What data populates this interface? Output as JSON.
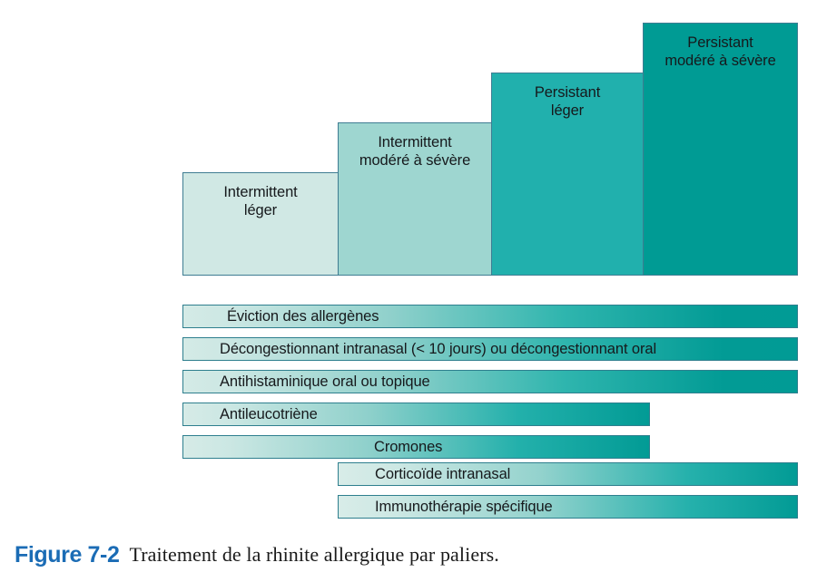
{
  "figure": {
    "number": "Figure 7-2",
    "caption": "Traitement de la rhinite allergique par paliers."
  },
  "severity_steps": [
    {
      "id": "intermittent-leger",
      "label": "Intermittent\nléger",
      "color": "#d0e8e4"
    },
    {
      "id": "intermittent-modere-severe",
      "label": "Intermittent\nmodéré à sévère",
      "color": "#9ed6d0"
    },
    {
      "id": "persistant-leger",
      "label": "Persistant\nléger",
      "color": "#21b0ad"
    },
    {
      "id": "persistant-modere-severe",
      "label": "Persistant\nmodéré à sévère",
      "color": "#009b94"
    }
  ],
  "treatments": [
    {
      "id": "eviction-allergenes",
      "label": "Éviction des allergènes"
    },
    {
      "id": "decongestionnant",
      "label": "Décongestionnant intranasal (< 10 jours) ou décongestionnant oral"
    },
    {
      "id": "antihistaminique",
      "label": "Antihistaminique oral ou topique"
    },
    {
      "id": "antileucotriene",
      "label": "Antileucotriène"
    },
    {
      "id": "cromones",
      "label": "Cromones"
    },
    {
      "id": "corticoide-intranasal",
      "label": "Corticoïde intranasal"
    },
    {
      "id": "immunotherapie",
      "label": "Immunothérapie spécifique"
    }
  ],
  "chart_data": {
    "type": "bar",
    "title": "Traitement de la rhinite allergique par paliers",
    "categories": [
      "Intermittent léger",
      "Intermittent modéré à sévère",
      "Persistant léger",
      "Persistant modéré à sévère"
    ],
    "values": [
      1,
      2,
      3,
      4
    ],
    "xlabel": "",
    "ylabel": "",
    "ylim": [
      0,
      4
    ],
    "legend": "none",
    "grid": false,
    "annotations": [
      "Éviction des allergènes — paliers 1 à 4",
      "Décongestionnant intranasal (< 10 jours) ou décongestionnant oral — paliers 1 à 4",
      "Antihistaminique oral ou topique — paliers 1 à 4",
      "Antileucotriène — paliers 1 à 3",
      "Cromones — paliers 1 à 3",
      "Corticoïde intranasal — paliers 2 à 4",
      "Immunothérapie spécifique — paliers 2 à 4"
    ]
  },
  "colors": {
    "step_1": "#d0e8e4",
    "step_2": "#9ed6d0",
    "step_3": "#21b0ad",
    "step_4": "#009b94",
    "bar_gradient_start": "#d4eae6",
    "bar_gradient_end": "#019b95",
    "border": "#2e7f8e",
    "caption_accent": "#1b6cb5"
  }
}
